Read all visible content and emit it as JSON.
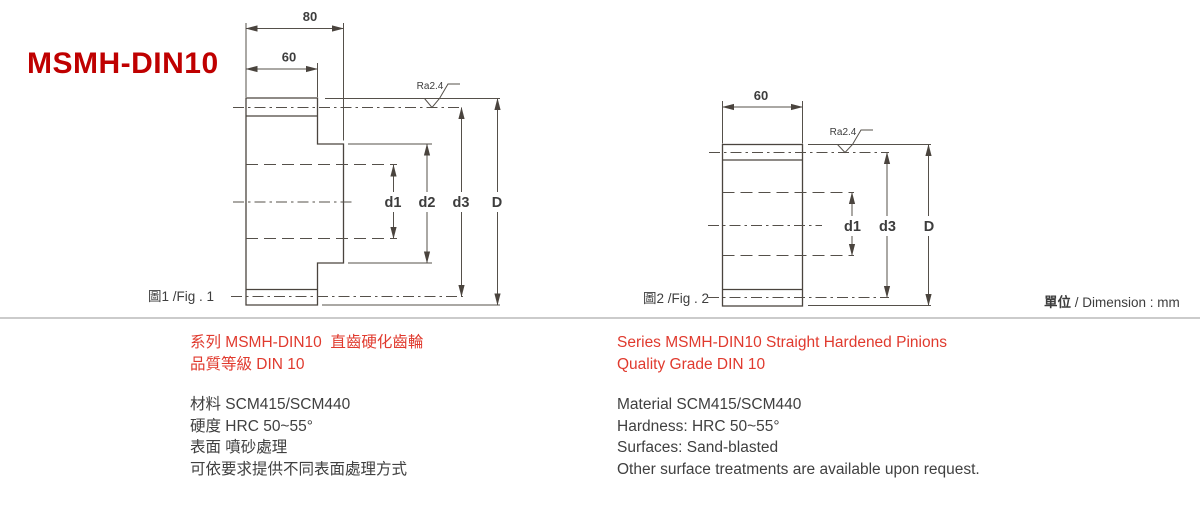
{
  "page": {
    "title": "MSMH-DIN10",
    "unit_zh": "單位",
    "unit_rest": " / Dimension : mm"
  },
  "fig1": {
    "caption": "圖1 /Fig . 1",
    "dim_outer_width": "80",
    "dim_face_width": "60",
    "roughness": "Ra2.4",
    "labels": {
      "d1": "d1",
      "d2": "d2",
      "d3": "d3",
      "D": "D"
    }
  },
  "fig2": {
    "caption": "圖2 /Fig . 2",
    "dim_face_width": "60",
    "roughness": "Ra2.4",
    "labels": {
      "d1": "d1",
      "d3": "d3",
      "D": "D"
    }
  },
  "specs": {
    "zh": {
      "series": "系列 MSMH-DIN10  直齒硬化齒輪",
      "grade": "品質等級 DIN 10",
      "material": "材料 SCM415/SCM440",
      "hardness": "硬度 HRC 50~55°",
      "surface": "表面 噴砂處理",
      "note": "可依要求提供不同表面處理方式"
    },
    "en": {
      "series": "Series MSMH-DIN10 Straight Hardened Pinions",
      "grade": "Quality Grade DIN 10",
      "material": "Material SCM415/SCM440",
      "hardness": "Hardness: HRC 50~55°",
      "surface": "Surfaces: Sand-blasted",
      "note": "Other surface treatments are available upon request."
    }
  },
  "colors": {
    "title_red": "#bf0000",
    "spec_red": "#e03a2e",
    "line": "#55504a",
    "text": "#3d3d3d"
  }
}
